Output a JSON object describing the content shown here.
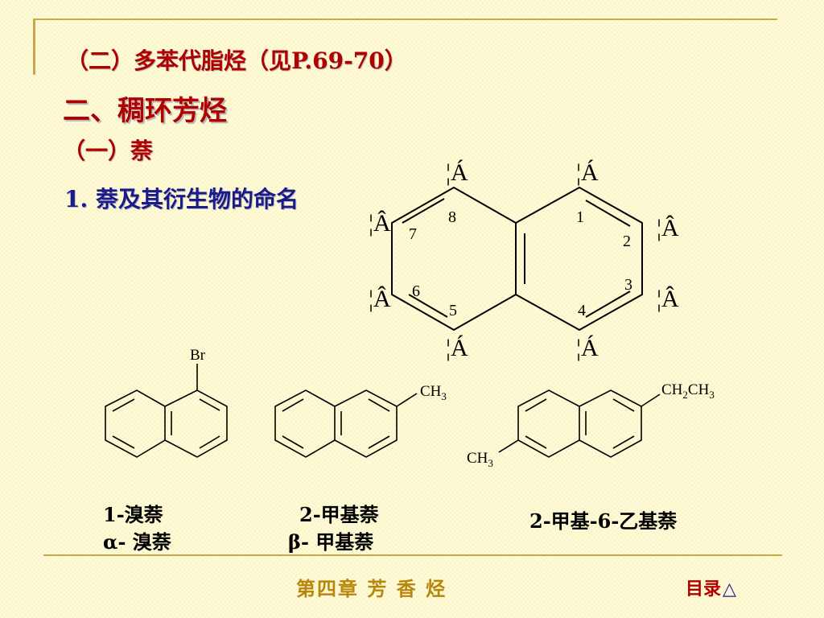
{
  "slide": {
    "subtitle": "（二）多苯代脂烃（见P.69-70）",
    "heading": "二、稠环芳烃",
    "section": "（一）萘",
    "item": "1. 萘及其衍生物的命名"
  },
  "diagram": {
    "positions": [
      "1",
      "2",
      "3",
      "4",
      "5",
      "6",
      "7",
      "8"
    ],
    "glyph_markers": [
      "¦Á",
      "¦Á",
      "¦Á",
      "¦Á",
      "¦Â",
      "¦Â",
      "¦Â",
      "¦Â"
    ]
  },
  "compounds": [
    {
      "substituent": "Br",
      "name_line1": "1-溴萘",
      "name_line2": "α- 溴萘"
    },
    {
      "substituent": "CH",
      "substituent_sub": "3",
      "name_line1": "2-甲基萘",
      "name_line2": "β- 甲基萘"
    },
    {
      "substituent1": "CH",
      "substituent1_sub": "2",
      "substituent1_tail": "CH",
      "substituent1_tail_sub": "3",
      "substituent2": "CH",
      "substituent2_sub": "3",
      "name_line1": "2-甲基-6-乙基萘"
    }
  ],
  "footer": {
    "chapter": "第四章  芳  香  烃",
    "toc_label": "目录",
    "toc_icon": "△"
  },
  "colors": {
    "background": "#fffbd6",
    "heading_red": "#b00000",
    "item_blue": "#1a1a8c",
    "rule_gold": "#c8a84b",
    "footer_gold": "#b8860b"
  }
}
